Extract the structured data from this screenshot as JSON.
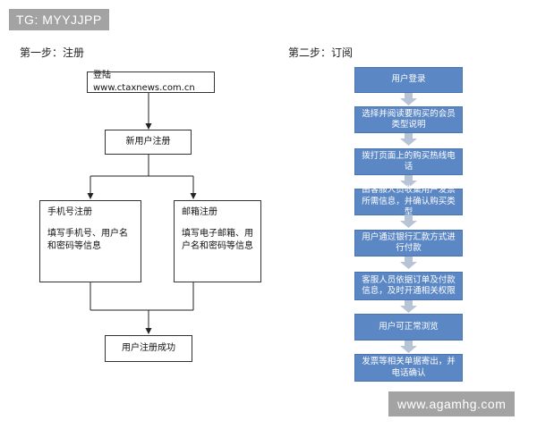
{
  "tg_badge": "TG: MYYJJPP",
  "watermark": "www.agamhg.com",
  "step1": {
    "title": "第一步：注册",
    "login": "登陆 www.ctaxnews.com.cn",
    "new_user": "新用户注册",
    "phone_title": "手机号注册",
    "phone_desc": "填写手机号、用户名和密码等信息",
    "email_title": "邮箱注册",
    "email_desc": "填写电子邮箱、用户名和密码等信息",
    "success": "用户注册成功"
  },
  "step2": {
    "title": "第二步：订阅",
    "steps": [
      "用户登录",
      "选择并阅读要购买的会员类型说明",
      "拨打页面上的购买热线电话",
      "由客服人员收集用户发票所需信息，并确认购买类型",
      "用户通过银行汇款方式进行付款",
      "客服人员依据订单及付款信息，及时开通相关权限",
      "用户可正常浏览",
      "发票等相关单据寄出，并电话确认"
    ]
  },
  "colors": {
    "flow_box": "#5b87c4",
    "flow_arrow": "#b7c4d6",
    "badge": "#a3a3a3"
  }
}
